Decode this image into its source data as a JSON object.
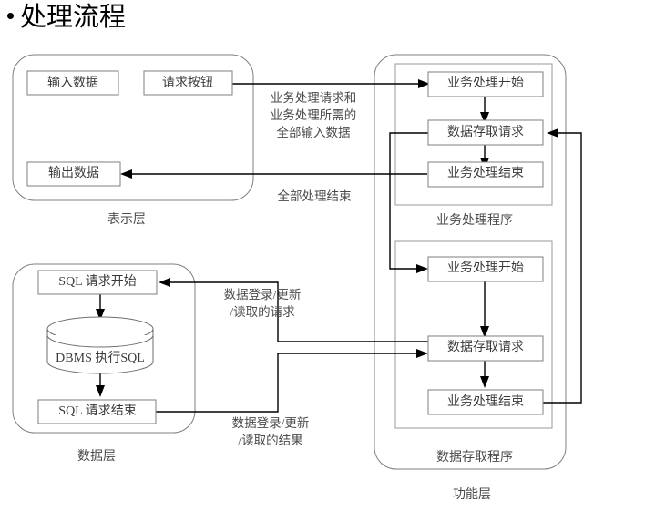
{
  "slide": {
    "title": "处理流程",
    "bullet_icon": "bullet-dot-icon"
  },
  "presentation_layer": {
    "group_label": "表示层",
    "nodes": [
      {
        "id": "input-data",
        "label": "输入数据"
      },
      {
        "id": "request-button",
        "label": "请求按钮"
      },
      {
        "id": "output-data",
        "label": "输出数据"
      }
    ]
  },
  "business_program": {
    "group_label": "业务处理程序",
    "nodes": [
      {
        "id": "biz-start-1",
        "label": "业务处理开始"
      },
      {
        "id": "data-access-request-1",
        "label": "数据存取请求"
      },
      {
        "id": "biz-end-1",
        "label": "业务处理结束"
      }
    ]
  },
  "data_access_program": {
    "group_label": "数据存取程序",
    "nodes": [
      {
        "id": "biz-start-2",
        "label": "业务处理开始"
      },
      {
        "id": "data-access-request-2",
        "label": "数据存取请求"
      },
      {
        "id": "biz-end-2",
        "label": "业务处理结束"
      }
    ]
  },
  "function_layer": {
    "group_label": "功能层"
  },
  "data_layer": {
    "group_label": "数据层",
    "nodes": [
      {
        "id": "sql-request-start",
        "label": "SQL  请求开始"
      },
      {
        "id": "dbms-cylinder",
        "label": "DBMS  执行SQL"
      },
      {
        "id": "sql-request-end",
        "label": "SQL  请求结束"
      }
    ]
  },
  "edge_labels": {
    "request_to_business_l1": "业务处理请求和",
    "request_to_business_l2": "业务处理所需的",
    "request_to_business_l3": "全部输入数据",
    "all_processing_done": "全部处理结束",
    "db_request_l1": "数据登录/更新",
    "db_request_l2": "/读取的请求",
    "db_result_l1": "数据登录/更新",
    "db_result_l2": "/读取的结果"
  },
  "colors": {
    "background": "#ffffff",
    "connector": "#000000",
    "box_border": "#8a8a8a",
    "group_border": "#7f7f7f",
    "label_text": "#4a4a4a",
    "title_text": "#000000"
  }
}
